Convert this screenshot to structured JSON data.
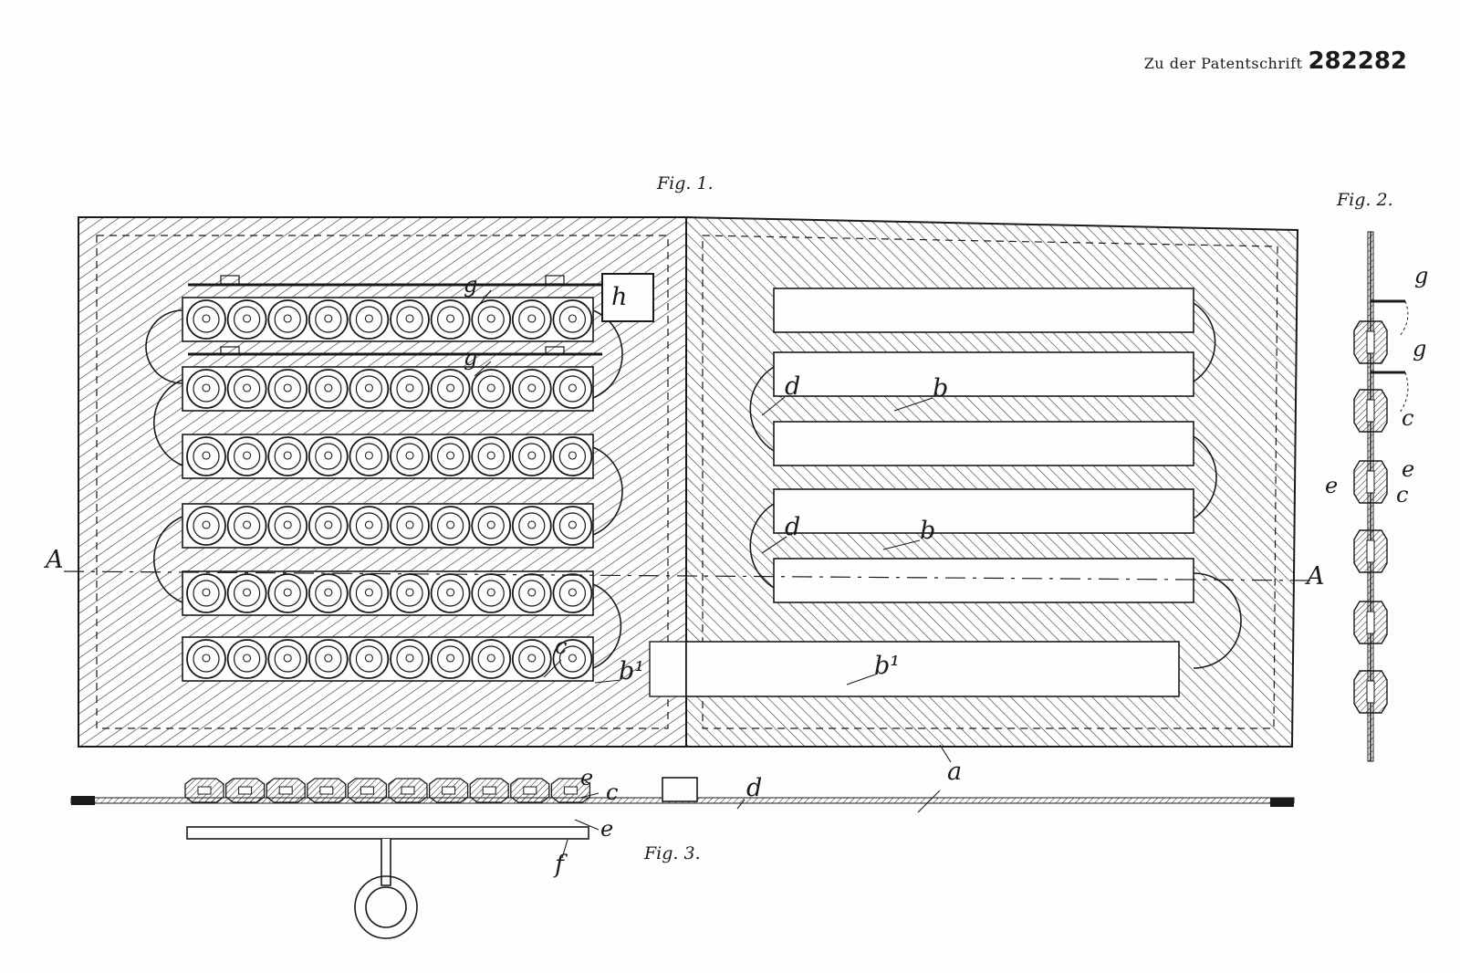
{
  "header": {
    "prefix": "Zu der Patentschrift",
    "number": "282282"
  },
  "figures": {
    "fig1": "Fig. 1.",
    "fig2": "Fig. 2.",
    "fig3": "Fig. 3."
  },
  "labels": {
    "a": "a",
    "b": "b",
    "b1": "b¹",
    "c": "c",
    "d": "d",
    "e": "e",
    "f": "f",
    "g": "g",
    "h": "h",
    "A": "A"
  },
  "colors": {
    "ink": "#1a1a1a",
    "paper": "#fdfdfb"
  }
}
